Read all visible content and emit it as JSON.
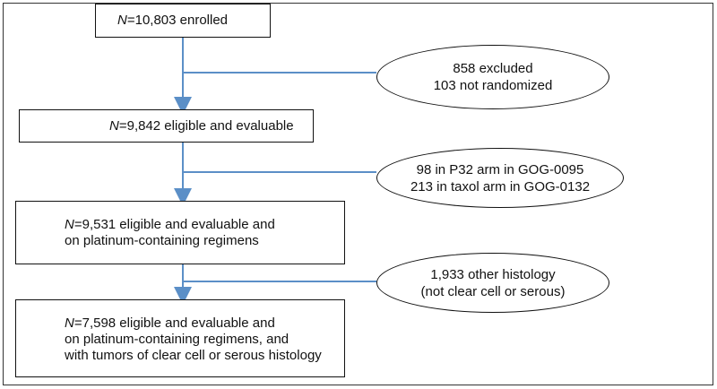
{
  "boxes": {
    "enrolled": {
      "n_label": "N",
      "line1": "=10,803 enrolled"
    },
    "eligible": {
      "n_label": "N",
      "line1": "=9,842 eligible and evaluable"
    },
    "platinum": {
      "n_label": "N",
      "line1": "=9,531 eligible and evaluable and",
      "line2": "on platinum-containing regimens"
    },
    "final": {
      "n_label": "N",
      "line1": "=7,598 eligible and evaluable and",
      "line2": "on platinum-containing regimens, and",
      "line3": "with tumors of clear cell or serous histology"
    }
  },
  "exclusions": {
    "first": {
      "line1": "858 excluded",
      "line2": "103 not randomized"
    },
    "second": {
      "line1": "98 in P32 arm in GOG-0095",
      "line2": "213 in taxol arm in GOG-0132"
    },
    "third": {
      "line1": "1,933 other histology",
      "line2": "(not clear cell or serous)"
    }
  },
  "colors": {
    "arrow": "#5b8fc7",
    "border": "#111111"
  }
}
